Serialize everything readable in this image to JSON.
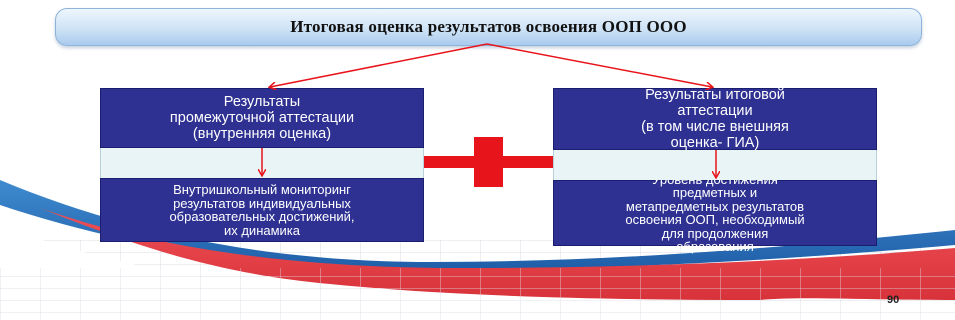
{
  "title": "Итоговая оценка результатов освоения ООП ООО",
  "left_block": {
    "top_lines": [
      "Результаты",
      "промежуточной аттестации",
      "(внутренняя оценка)"
    ],
    "bottom_lines": [
      "Внутришкольный мониторинг",
      "результатов индивидуальных",
      "образовательных достижений,",
      "их динамика"
    ]
  },
  "right_block": {
    "top_lines": [
      "Результаты итоговой",
      "аттестации",
      "(в том числе внешняя",
      "оценка- ГИА)"
    ],
    "bottom_lines": [
      "Уровень достижения",
      "предметных и",
      "метапредметных результатов",
      "освоения ООП, необходимый",
      "для продолжения",
      "образования"
    ]
  },
  "page_number": "90",
  "colors": {
    "box_fill": "#2e3192",
    "arrow": "#e8141b",
    "plus": "#e8141b",
    "wave_red": "#e8434a",
    "wave_blue": "#2e6fb8"
  }
}
